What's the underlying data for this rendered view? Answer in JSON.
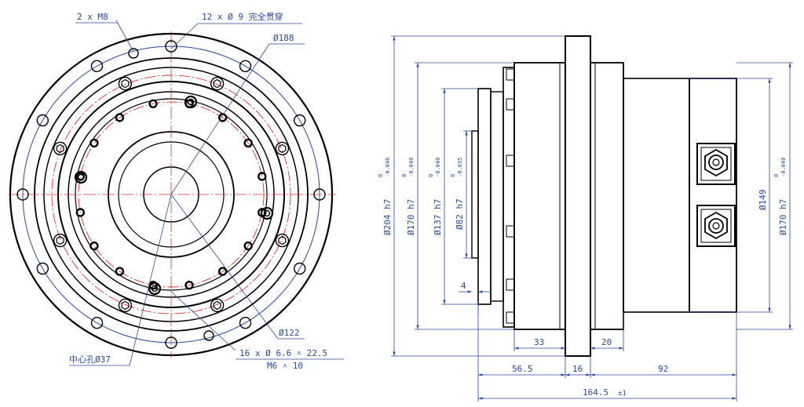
{
  "front_view": {
    "callouts": {
      "m8": "2 x M8",
      "holes_12": "12 x Ø 9 完全贯穿",
      "pcd_188": "Ø188",
      "pcd_122": "Ø122",
      "center_hole": "中心孔Ø37",
      "holes_16_line1": "16 x Ø 6.6 ⩡ 22.5",
      "holes_16_line2": "M6 ⩡ 10"
    }
  },
  "side_view": {
    "diameters": {
      "d204": "Ø204 h7",
      "d204_tol_upper": "0",
      "d204_tol_lower": "-0.046",
      "d170_left": "Ø170 h7",
      "d170_left_tol_upper": "0",
      "d170_left_tol_lower": "-0.040",
      "d137": "Ø137 h7",
      "d137_tol_upper": "0",
      "d137_tol_lower": "-0.040",
      "d82": "Ø82 h7",
      "d82_tol_upper": "0",
      "d82_tol_lower": "-0.035",
      "d149": "Ø149",
      "d170_right": "Ø170 h7",
      "d170_right_tol_upper": "0",
      "d170_right_tol_lower": "-0.040"
    },
    "lengths": {
      "l4": "4",
      "l33": "33",
      "l20": "20",
      "l56_5": "56.5",
      "l16": "16",
      "l92": "92",
      "l164_5": "164.5",
      "l164_5_tol": "±1"
    }
  }
}
